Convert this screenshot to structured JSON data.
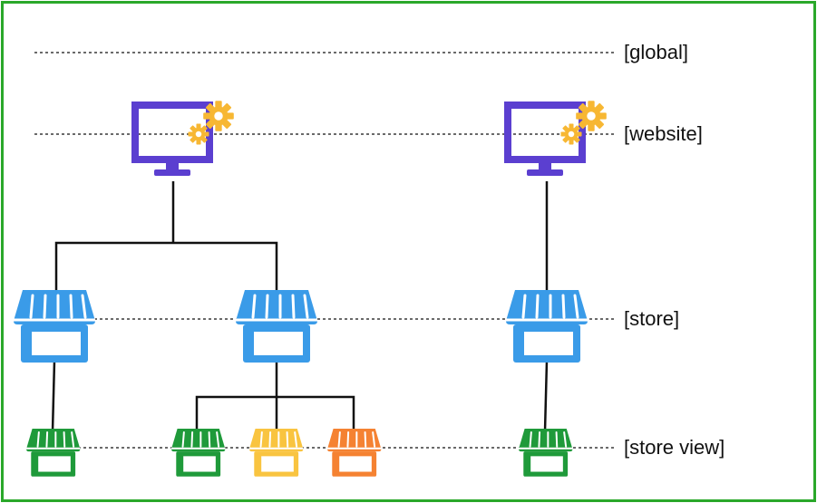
{
  "scopes": {
    "global": "[global]",
    "website": "[website]",
    "store": "[store]",
    "store_view": "[store view]"
  },
  "colors": {
    "frame": "#2aa82a",
    "website_icon": "#5b3fd0",
    "gear": "#f7b733",
    "store_icon": "#3a9be8",
    "view_green": "#1f9a3a",
    "view_yellow": "#f9c440",
    "view_orange": "#f58232",
    "lines": "#111111"
  },
  "icons": {
    "website": "monitor-with-gears-icon",
    "store": "storefront-icon",
    "store_view": "storefront-icon"
  }
}
